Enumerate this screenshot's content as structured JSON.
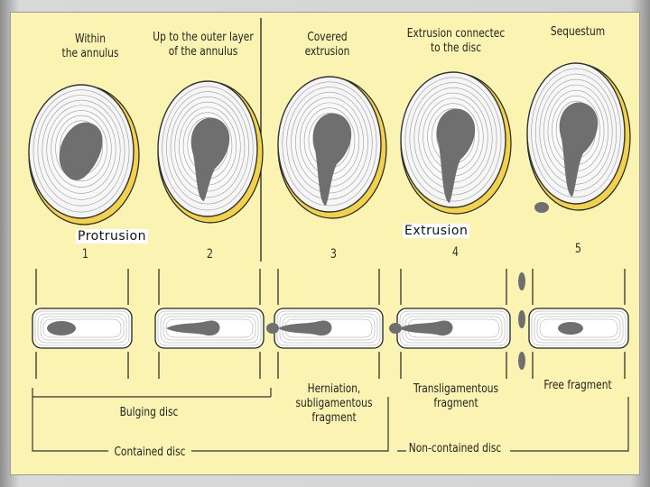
{
  "stage_captions": [
    "Within\nthe annulus",
    "Up to the outer layer\nof the annulus",
    "Covered\nextrusion",
    "Extrusion connectec\nto the disc",
    "Sequestum"
  ],
  "stage_numbers": [
    "1",
    "2",
    "3",
    "4",
    "5"
  ],
  "group_labels": {
    "protrusion": "Protrusion",
    "extrusion": "Extrusion"
  },
  "bottom_labels": {
    "bulging": "Bulging disc",
    "herniation": "Herniation,\nsubligamentous\nfragment",
    "transligamentous": "Transligamentous\nfragment",
    "free_fragment": "Free fragment",
    "contained": "Contained disc",
    "non_contained": "Non-contained disc"
  },
  "colors": {
    "panel": "#fbf3b2",
    "nucleus": "#6f6f6f",
    "annulus_line": "#9a9a9a"
  }
}
